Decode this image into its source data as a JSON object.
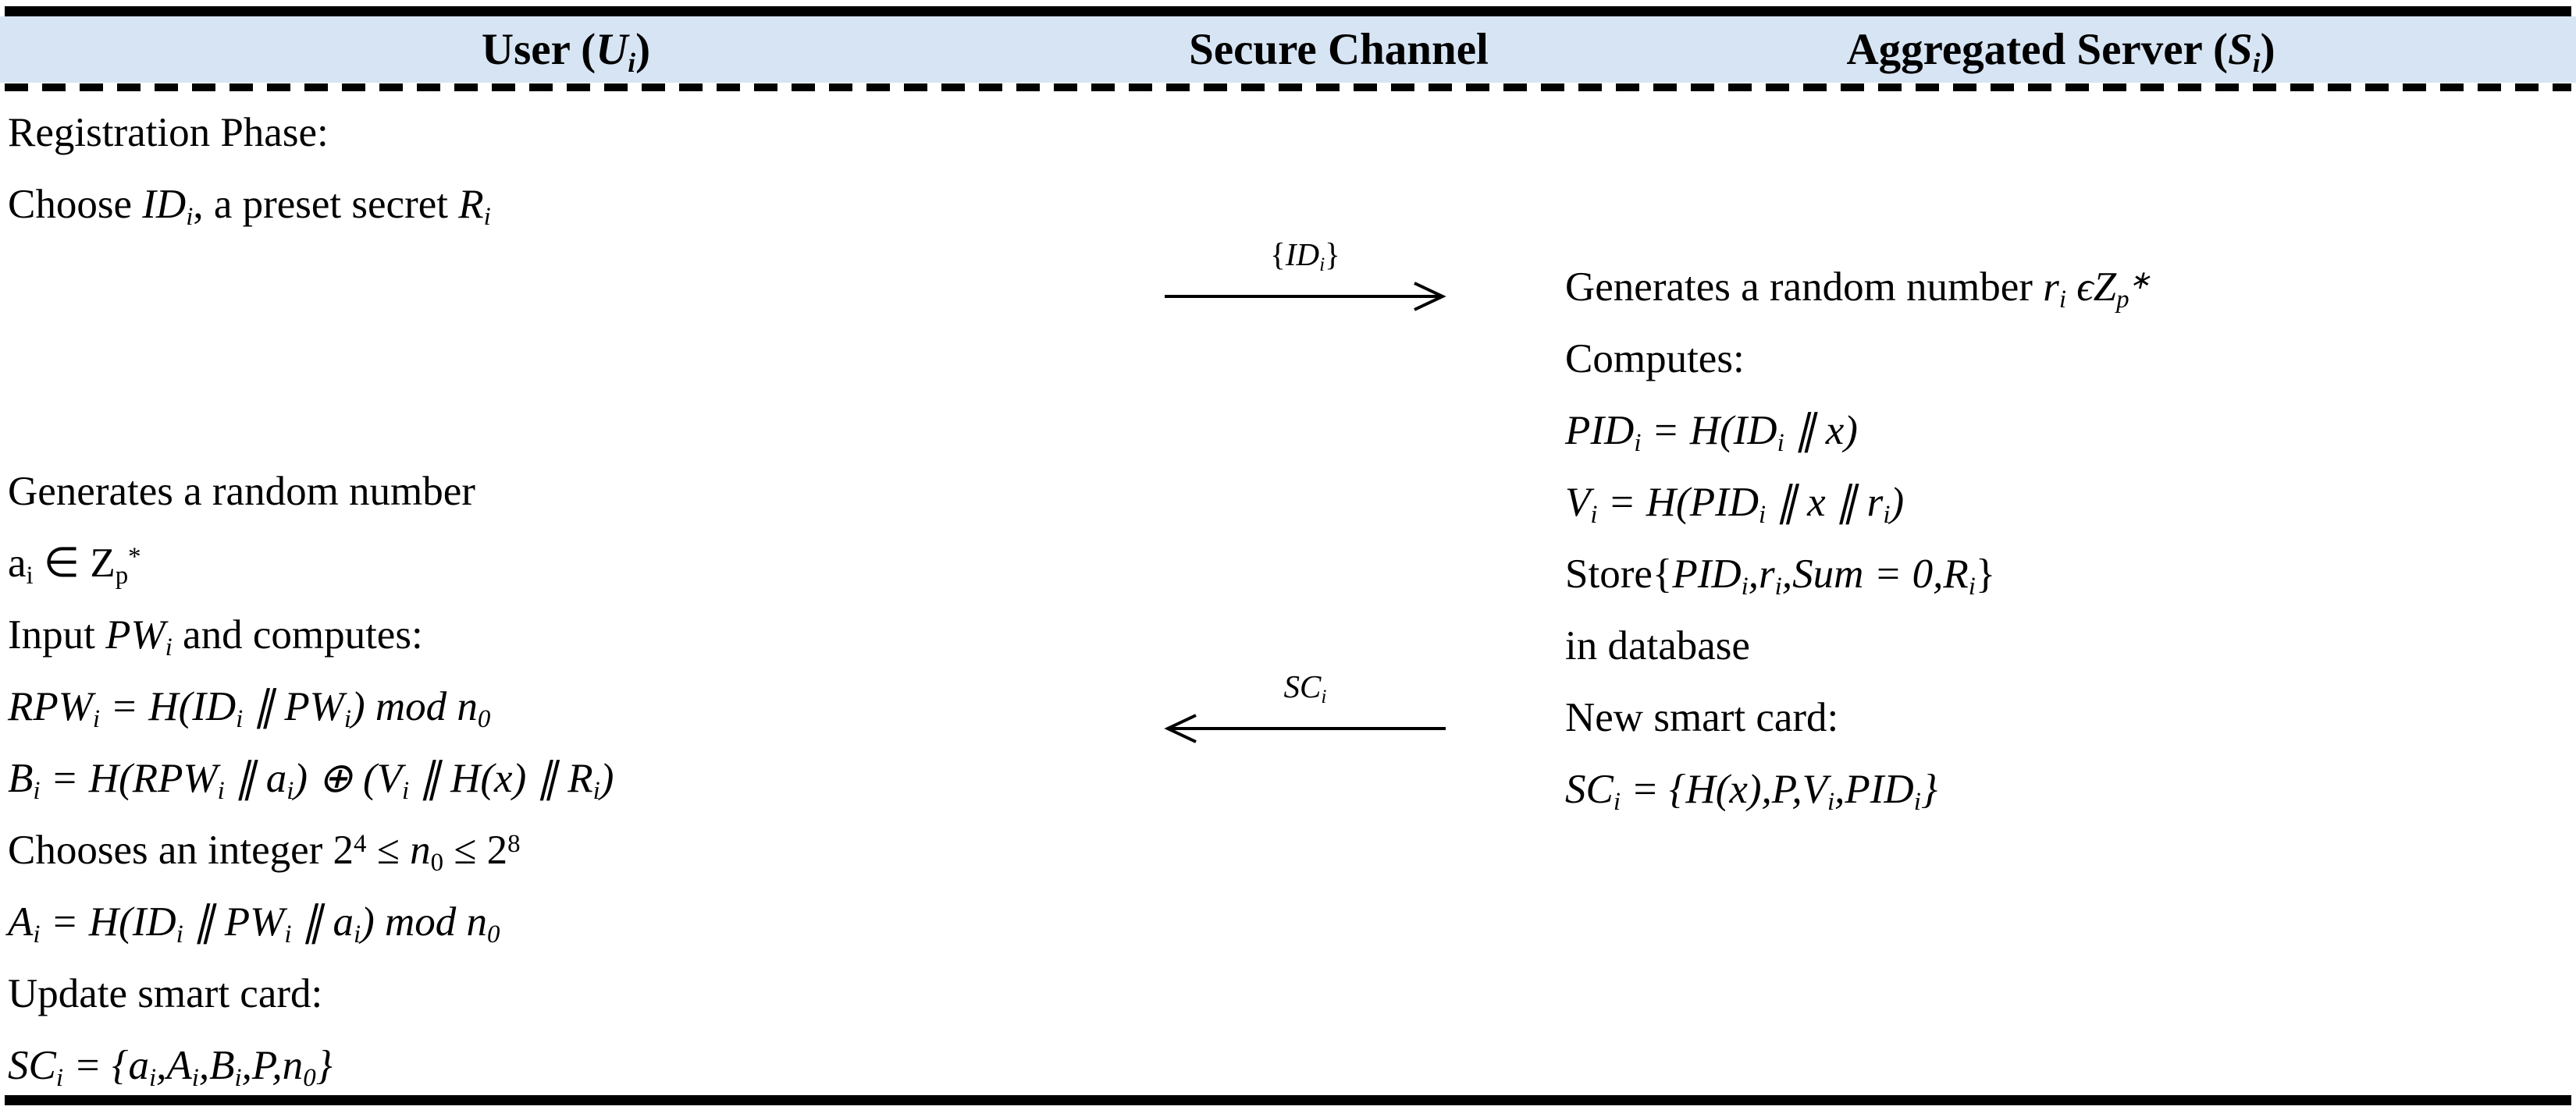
{
  "figure": {
    "type": "authentication-protocol-registration-diagram"
  },
  "colors": {
    "header_bg": "#d7e4f3",
    "rule": "#000000",
    "text": "#000000"
  },
  "header": {
    "columns": [
      {
        "label": "User (_U~i~_)"
      },
      {
        "label": "Secure Channel"
      },
      {
        "label": "Aggregated Server (_S~i~_)"
      }
    ]
  },
  "user_column": {
    "lines": [
      "Registration Phase:",
      "Choose  _ID~i~_, a preset secret _R~i~_",
      "",
      "",
      "",
      "Generates a random number",
      "a~i~ ∈ Z~p~^*^",
      "Input  _PW~i~_  and computes:",
      "_RPW~i~ = H(ID~i~ ∥ PW~i~) mod n~0~_",
      "_B~i~ = H(RPW~i~ ∥ a~i~) ⊕ (V~i~ ∥ H(x) ∥ R~i~)_",
      "Chooses an integer  2^4^ ≤ _n_~0~ ≤ 2^8^",
      "_A~i~ = H(ID~i~ ∥  PW~i~ ∥ a~i~) mod n~0~_",
      "Update smart card:",
      "_SC~i~ = {a~i~,A~i~,B~i~,P,n~0~}_"
    ]
  },
  "server_column": {
    "lines": [
      "Generates a random number  _r~i~ ϵZ~p~^∗^_",
      "Computes:",
      "_PID~i~ = H(ID~i~ ∥ x)_",
      "_V~i~ = H(PID~i~ ∥ x ∥ r~i~)_",
      "Store{_PID~i~,r~i~,Sum = 0,R~i~_}",
      "in database",
      "New smart card:",
      "_SC~i~ = {H(x),P,V~i~,PID~i~}_"
    ]
  },
  "arrows": [
    {
      "label": "{_ID~i~_}",
      "direction": "right"
    },
    {
      "label": "_SC~i~_",
      "direction": "left"
    }
  ]
}
